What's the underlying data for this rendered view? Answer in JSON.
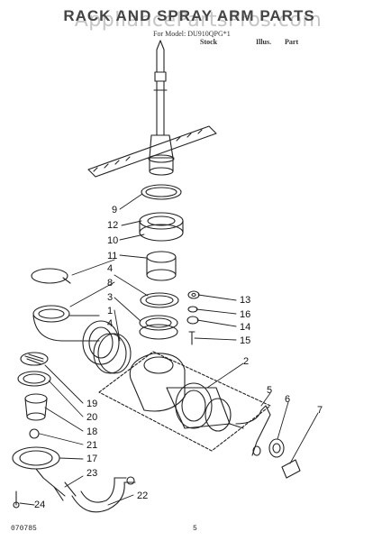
{
  "header": {
    "title": "RACK AND SPRAY ARM PARTS",
    "watermark": "AppliancePartsPros.com",
    "model_line": "For Model: DU910QPG*1",
    "col_stock": "Stock",
    "col_illus": "Illus.",
    "col_part": "Part"
  },
  "callouts": [
    "9",
    "12",
    "10",
    "11",
    "4",
    "8",
    "3",
    "1",
    "4",
    "13",
    "16",
    "14",
    "15",
    "2",
    "5",
    "6",
    "7",
    "19",
    "20",
    "18",
    "21",
    "17",
    "23",
    "22",
    "24"
  ],
  "footer": {
    "code": "070785",
    "page": "5"
  }
}
